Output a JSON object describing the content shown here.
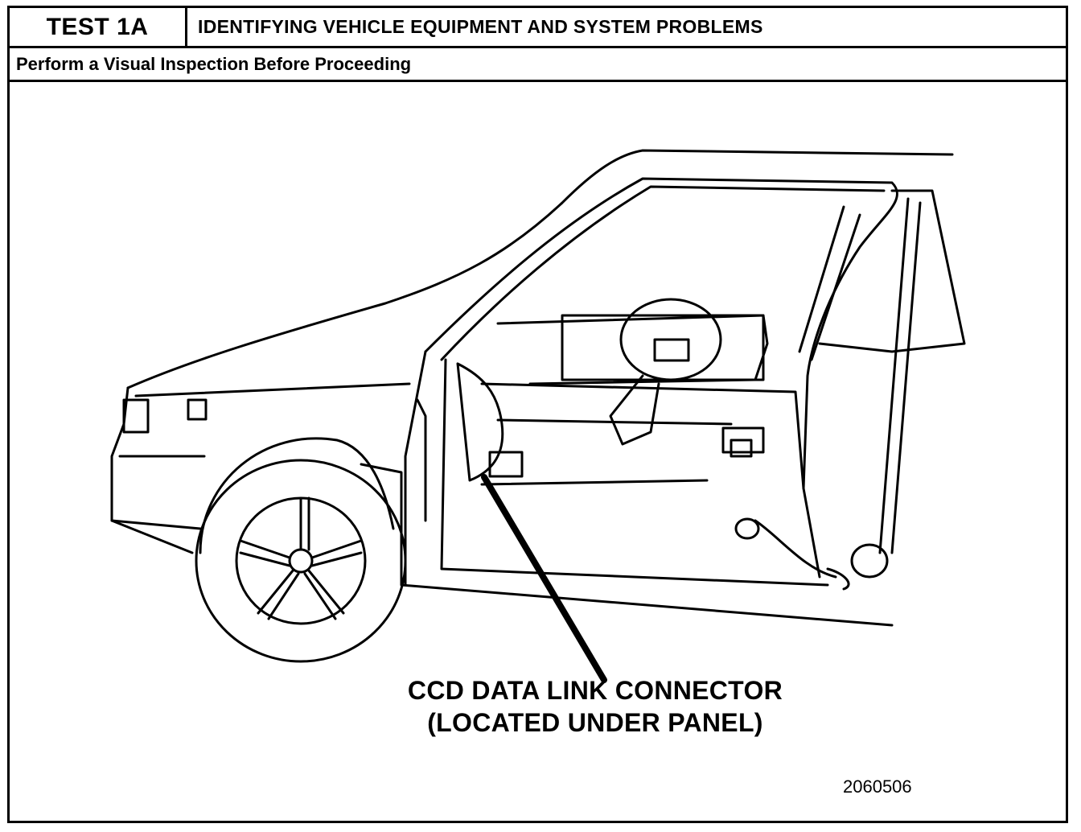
{
  "header": {
    "test_id": "TEST 1A",
    "title": "IDENTIFYING VEHICLE EQUIPMENT AND SYSTEM PROBLEMS",
    "subtitle": "Perform a Visual Inspection Before Proceeding"
  },
  "illustration": {
    "callout_line1": "CCD DATA LINK CONNECTOR",
    "callout_line2": "(LOCATED UNDER PANEL)",
    "figure_number": "2060506"
  }
}
